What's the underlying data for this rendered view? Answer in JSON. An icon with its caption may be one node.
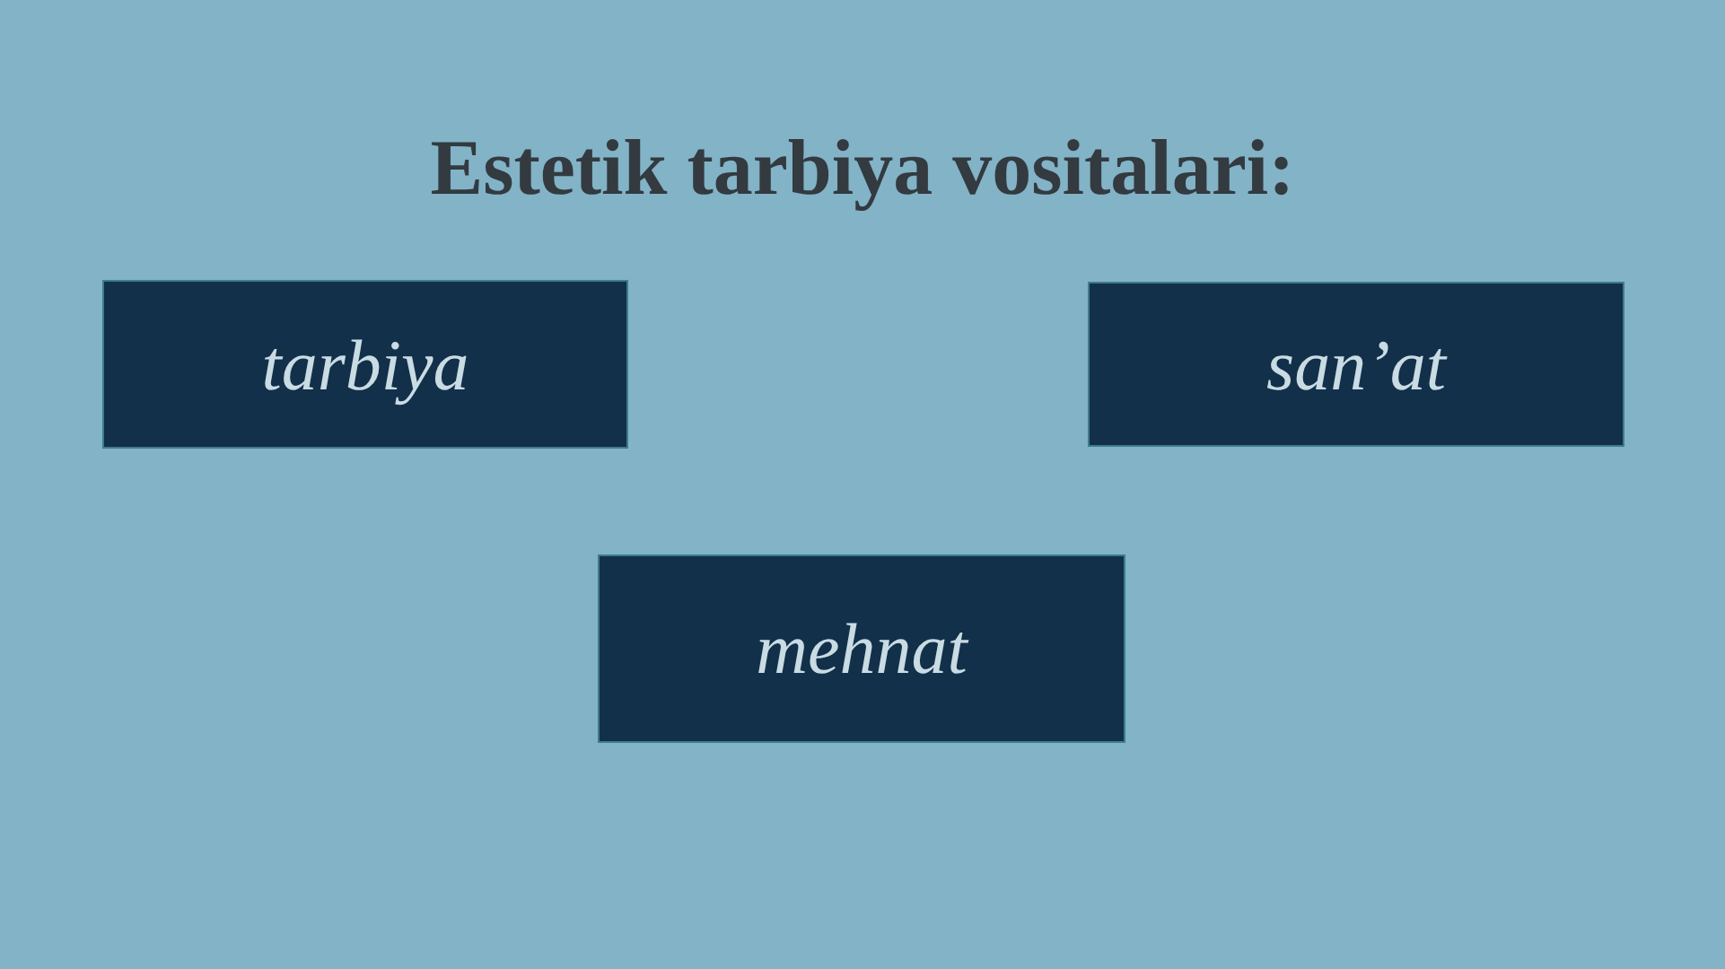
{
  "diagram": {
    "title": "Estetik tarbiya vositalari:",
    "nodes": [
      {
        "text": [
          "tarbiya"
        ]
      },
      {
        "text": [
          "san’at"
        ]
      },
      {
        "text": [
          "mehnat"
        ]
      }
    ],
    "edges": []
  }
}
